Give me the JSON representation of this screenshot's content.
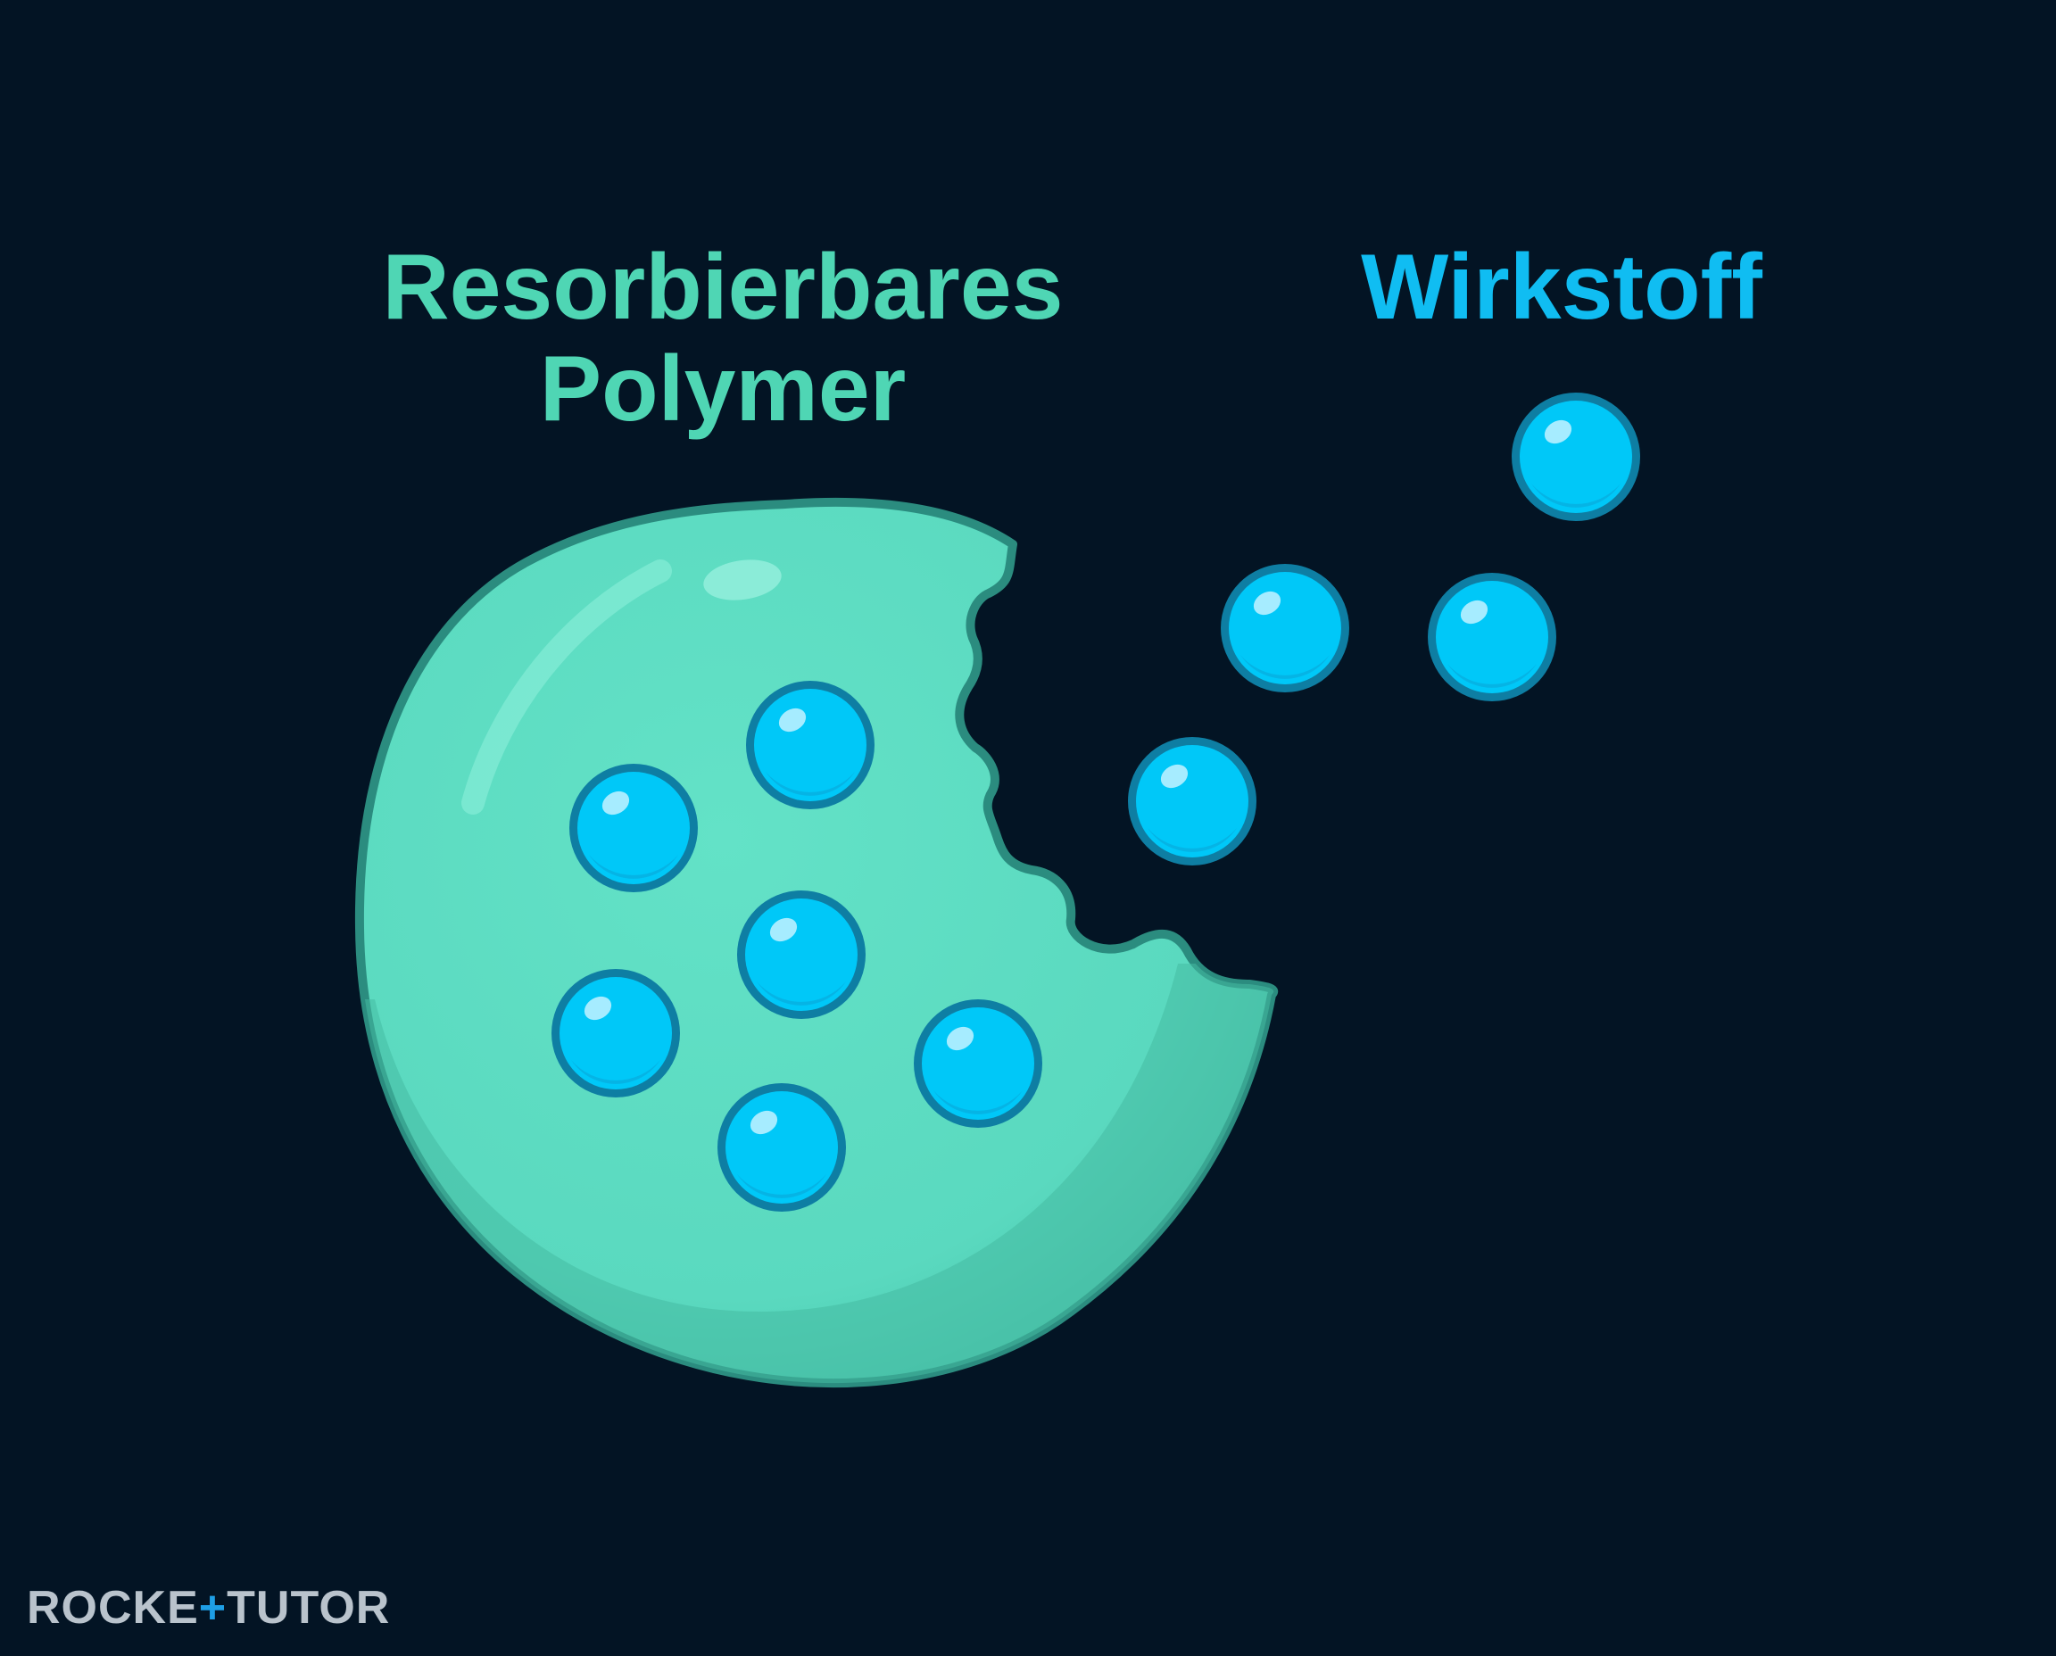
{
  "labels": {
    "polymer_line1": "Resorbierbares",
    "polymer_line2": "Polymer",
    "drug": "Wirkstoff"
  },
  "logo": {
    "part1": "ROCKE",
    "mark": "+",
    "part2": "TUTOR"
  },
  "colors": {
    "background": "#031424",
    "polymer_fill": "#5ddcc1",
    "polymer_outline": "#2b8c7f",
    "polymer_label": "#4fd6b4",
    "drug_fill": "#00c8f8",
    "drug_outline": "#0e7ea3",
    "drug_label": "#10bdf2",
    "logo_text": "#b9c3cc",
    "logo_accent": "#1e9fe6"
  },
  "icons": {
    "polymer": "bitten-sphere-icon",
    "drug": "drug-particle-icon"
  }
}
